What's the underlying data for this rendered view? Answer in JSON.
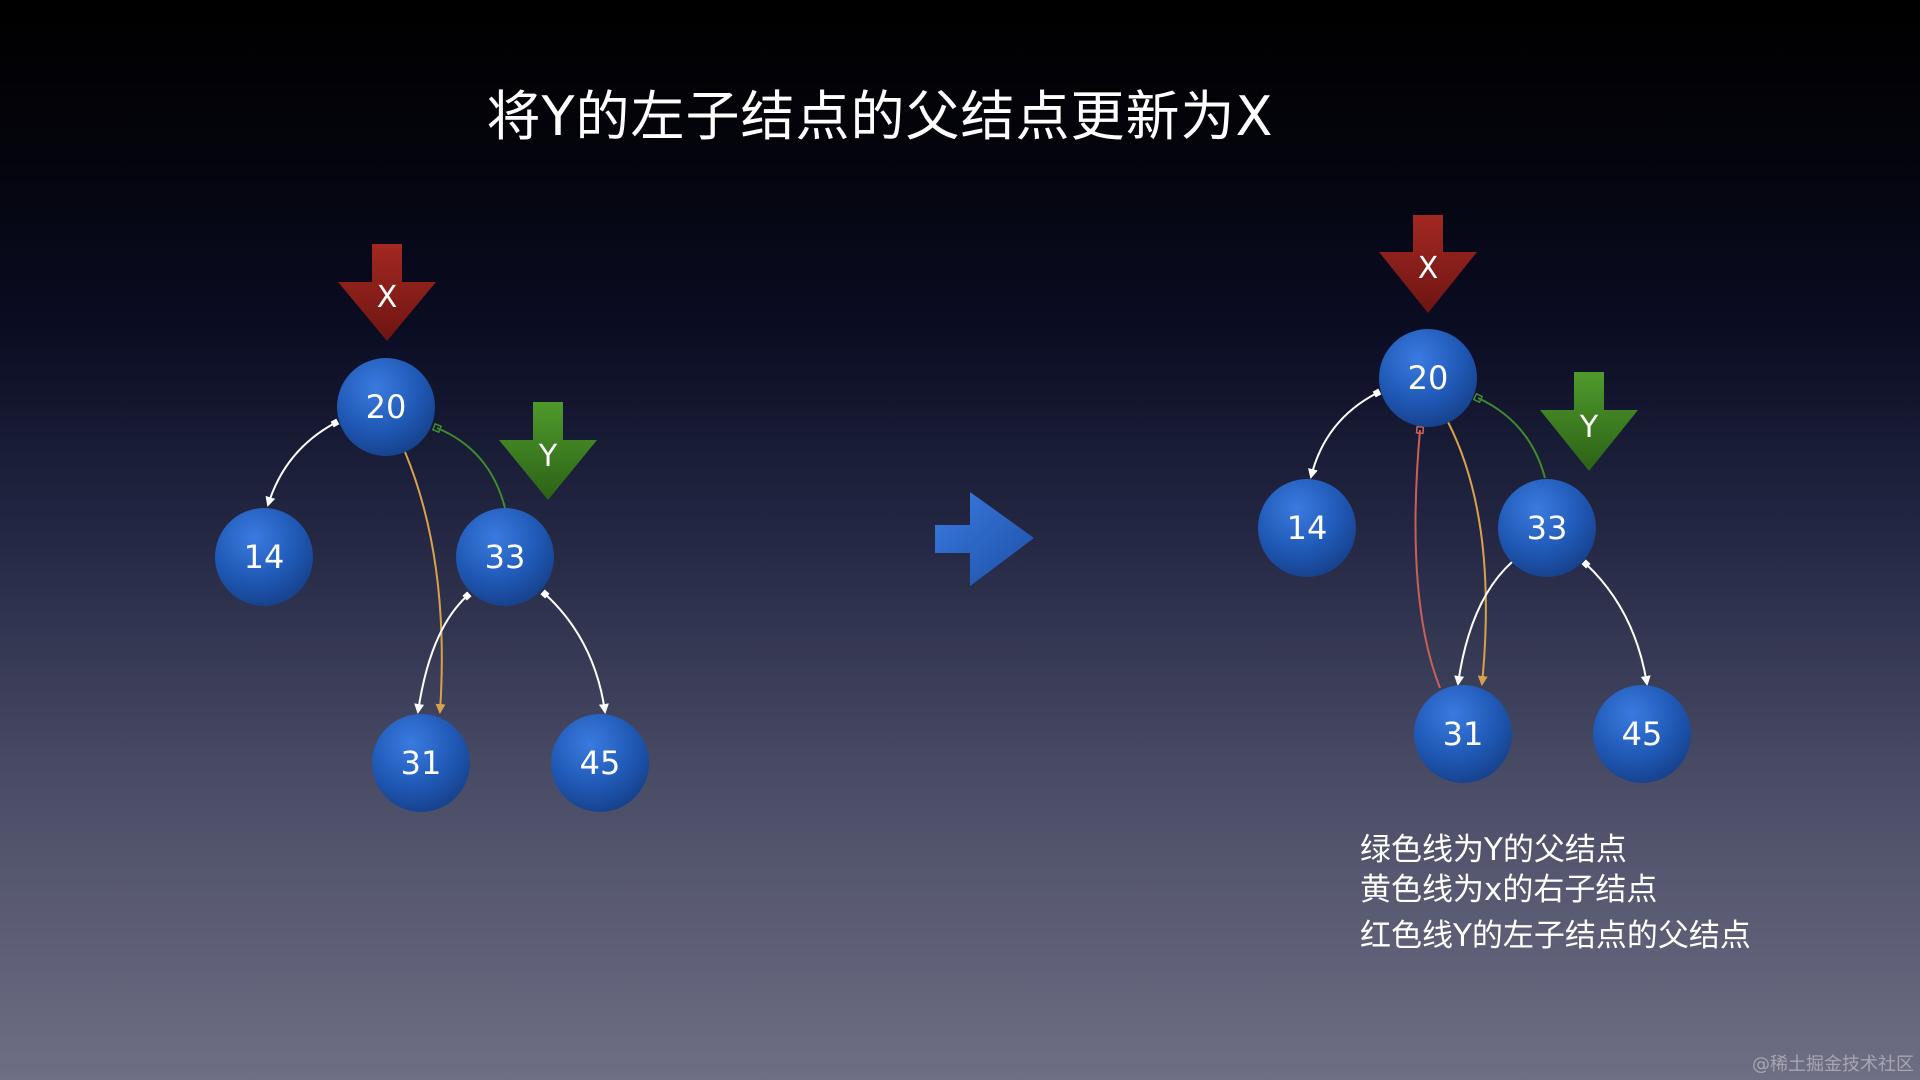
{
  "title": "将Y的左子结点的父结点更新为X",
  "markers": {
    "x": "X",
    "y": "Y"
  },
  "before_tree": {
    "nodes": {
      "root": "20",
      "left": "14",
      "right": "33",
      "right_left": "31",
      "right_right": "45"
    }
  },
  "after_tree": {
    "nodes": {
      "root": "20",
      "left": "14",
      "right": "33",
      "right_left": "31",
      "right_right": "45"
    }
  },
  "legend": {
    "green": "绿色线为Y的父结点",
    "yellow": "黄色线为x的右子结点",
    "red": "红色线Y的左子结点的父结点"
  },
  "colors": {
    "node": "#1f58b4",
    "x_marker": "#8a1e1a",
    "y_marker": "#3d7d22",
    "green_line": "#3f8a2e",
    "yellow_line": "#d9a24a",
    "red_line": "#c8605a",
    "white_line": "#ffffff",
    "transition_arrow": "#2b65c4"
  },
  "watermark": "@稀土掘金技术社区"
}
